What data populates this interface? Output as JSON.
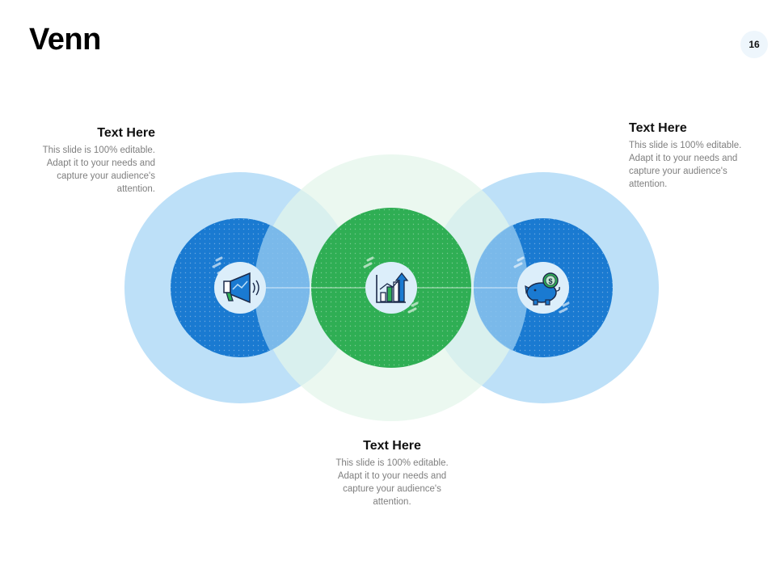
{
  "slide": {
    "title": "Venn",
    "page_number": "16"
  },
  "colors": {
    "light_blue": "#bde0f8",
    "dark_blue": "#1a7ad1",
    "light_green": "#e3f5ea",
    "green": "#2fae54",
    "icon_bg": "#dceefa"
  },
  "circles": [
    {
      "name": "left",
      "icon": "megaphone-icon"
    },
    {
      "name": "center",
      "icon": "growth-chart-icon"
    },
    {
      "name": "right",
      "icon": "piggy-bank-icon"
    }
  ],
  "text_blocks": {
    "left": {
      "title": "Text Here",
      "body": "This slide is 100% editable. Adapt it to your needs and capture your audience's attention."
    },
    "right": {
      "title": "Text Here",
      "body": "This slide is 100% editable. Adapt it to your needs and capture your audience's attention."
    },
    "bottom": {
      "title": "Text Here",
      "body": "This slide is 100% editable. Adapt it to your needs and capture your audience's attention."
    }
  }
}
